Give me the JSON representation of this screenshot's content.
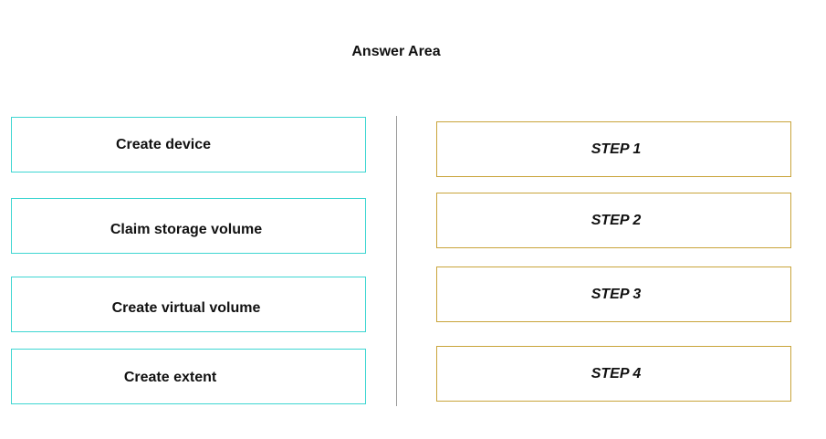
{
  "title": "Answer Area",
  "colors": {
    "source_border": "#3ed6d2",
    "target_border": "#c9a43a",
    "divider": "#9a9a9a"
  },
  "source_items": [
    {
      "label": "Create device"
    },
    {
      "label": "Claim storage volume"
    },
    {
      "label": "Create virtual volume"
    },
    {
      "label": "Create extent"
    }
  ],
  "target_slots": [
    {
      "label": "STEP 1"
    },
    {
      "label": "STEP 2"
    },
    {
      "label": "STEP 3"
    },
    {
      "label": "STEP 4"
    }
  ]
}
